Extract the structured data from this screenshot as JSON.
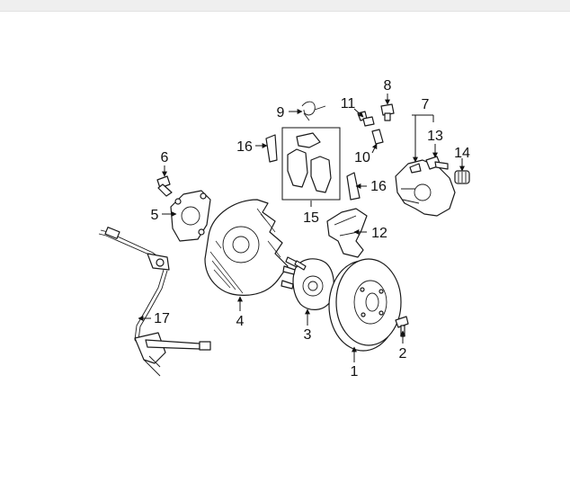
{
  "diagram": {
    "part_numbers": {
      "p1": "1",
      "p2": "2",
      "p3": "3",
      "p4": "4",
      "p5": "5",
      "p6": "6",
      "p7": "7",
      "p8": "8",
      "p9": "9",
      "p10": "10",
      "p11": "11",
      "p12": "12",
      "p13": "13",
      "p14": "14",
      "p15": "15",
      "p16a": "16",
      "p16b": "16",
      "p17": "17"
    }
  }
}
